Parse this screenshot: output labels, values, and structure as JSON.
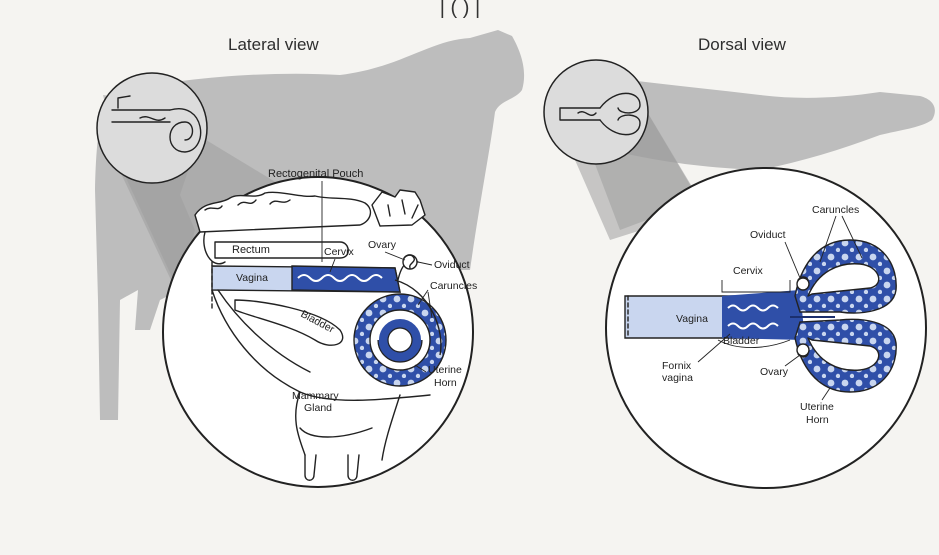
{
  "header_fragment": "| ( ) |",
  "panels": {
    "lateral": {
      "title": "Lateral view",
      "labels": {
        "rectogenital_pouch": "Rectogenital Pouch",
        "rectum": "Rectum",
        "cervix": "Cervix",
        "ovary": "Ovary",
        "oviduct": "Oviduct",
        "vagina": "Vagina",
        "caruncles": "Caruncles",
        "bladder": "Bladder",
        "uterine_horn_1": "Uterine",
        "uterine_horn_2": "Horn",
        "mammary_1": "Mammary",
        "mammary_2": "Gland"
      }
    },
    "dorsal": {
      "title": "Dorsal view",
      "labels": {
        "caruncles": "Caruncles",
        "oviduct": "Oviduct",
        "cervix": "Cervix",
        "vagina": "Vagina",
        "bladder": "Bladder",
        "fornix_1": "Fornix",
        "fornix_2": "vagina",
        "ovary": "Ovary",
        "uterine_horn_1": "Uterine",
        "uterine_horn_2": "Horn"
      }
    }
  },
  "colors": {
    "tract_light": "#c9d6ef",
    "tract_blue": "#2f4fa8",
    "cow_silhouette": "#bdbdbd",
    "background": "#f5f4f1"
  }
}
